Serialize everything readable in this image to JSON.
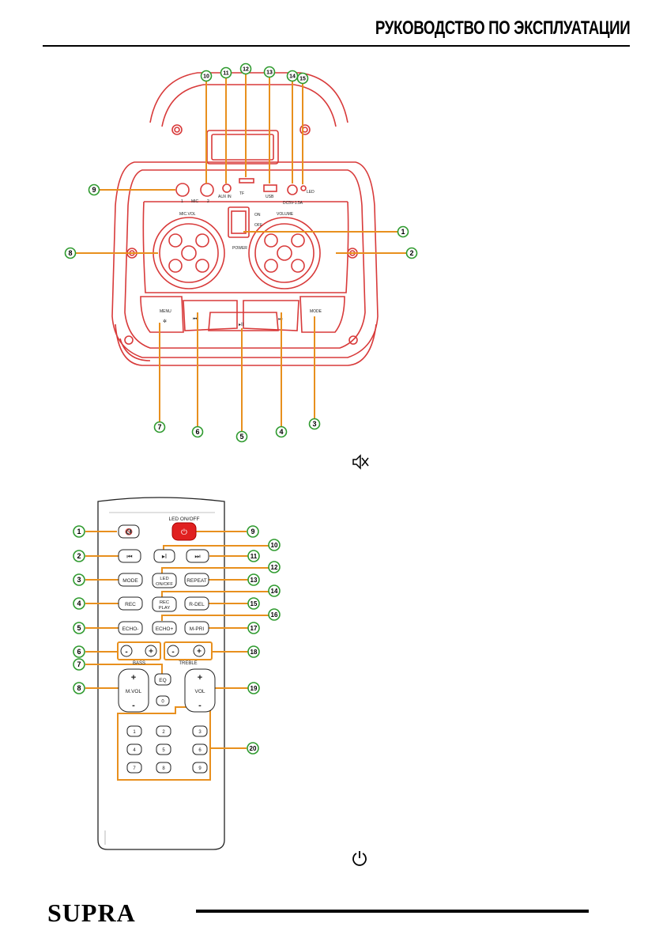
{
  "header": {
    "title": "РУКОВОДСТВО ПО ЭКСПЛУАТАЦИИ"
  },
  "speaker": {
    "panel_labels": {
      "mic1": "1",
      "mic_text": "MIC",
      "mic2": "2",
      "aux": "AUX IN",
      "tf": "TF",
      "usb": "USB",
      "dc": "DC5V-1.5A",
      "led": "LED",
      "mic_vol": "MIC.VOL",
      "volume": "VOLUME",
      "on": "ON",
      "off": "OFF",
      "power": "POWER",
      "menu": "MENU",
      "mode": "MODE"
    },
    "callouts": [
      "1",
      "2",
      "3",
      "4",
      "5",
      "6",
      "7",
      "8",
      "9",
      "10",
      "11",
      "12",
      "13",
      "14",
      "15"
    ]
  },
  "remote": {
    "buttons": {
      "led_on_off_top": "LED ON/OFF",
      "mode": "MODE",
      "rec": "REC",
      "echo_minus": "ECHO-",
      "led_line1": "LED",
      "led_line2": "ON/OFF",
      "rec_line1": "REC",
      "rec_line2": "PLAY",
      "echo_plus": "ECHO+",
      "repeat": "REPEAT",
      "r_del": "R-DEL",
      "m_pri": "M-PRI",
      "bass": "BASS",
      "treble": "TREBLE",
      "eq": "EQ",
      "m_vol": "M.VOL",
      "vol": "VOL",
      "plus": "+",
      "minus": "-",
      "digits": [
        "0",
        "1",
        "2",
        "3",
        "4",
        "5",
        "6",
        "7",
        "8",
        "9"
      ]
    },
    "callouts": [
      "1",
      "2",
      "3",
      "4",
      "5",
      "6",
      "7",
      "8",
      "9",
      "10",
      "11",
      "12",
      "13",
      "14",
      "15",
      "16",
      "17",
      "18",
      "19",
      "20"
    ]
  },
  "footer": {
    "logo": "SUPRA"
  },
  "icons": {
    "mute": "mute-icon",
    "power": "power-icon"
  },
  "colors": {
    "speaker_outline": "#d83a3a",
    "callout_line": "#e8901e",
    "callout_ring": "#2e9a2e",
    "led_button": "#e02020"
  }
}
